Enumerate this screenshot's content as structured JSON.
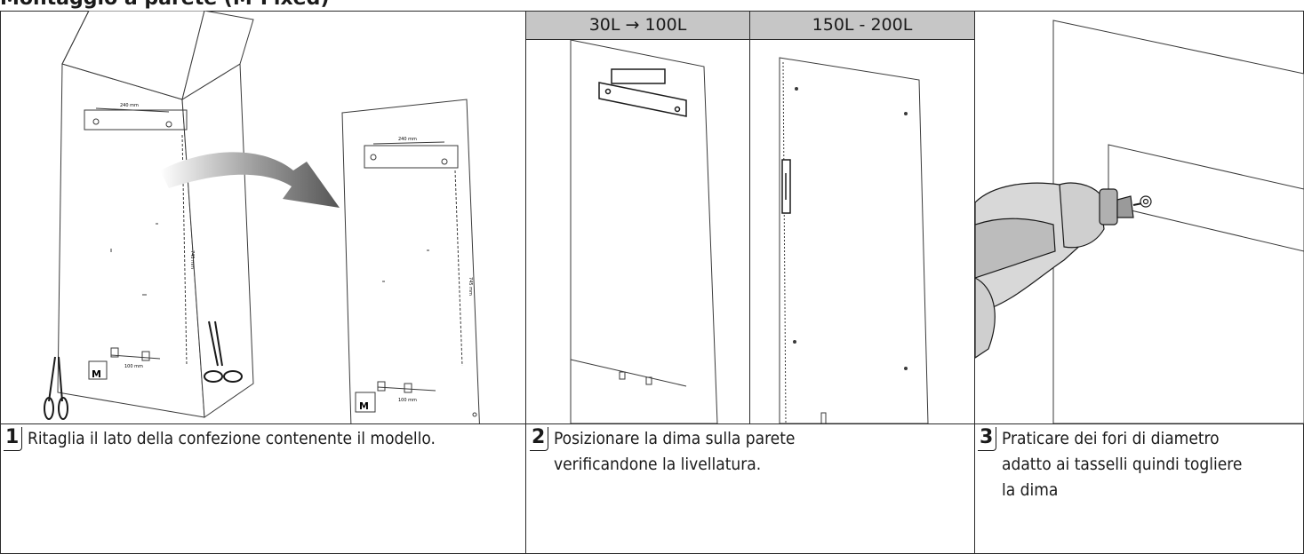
{
  "page": {
    "title": "Montaggio a parete (M-Fixed)"
  },
  "headers": {
    "col1": "30L → 100L",
    "col2": "150L - 200L"
  },
  "panels": {
    "box": {
      "width_label": "240 mm",
      "height_label": "745 mm",
      "bottom_label": "100 mm",
      "badge_letter": "M"
    },
    "template": {
      "width_label": "240 mm",
      "height_label": "745 mm",
      "bottom_label": "100 mm",
      "badge_letter": "M"
    }
  },
  "steps": [
    {
      "number": "1",
      "text": "Ritaglia il lato della confezione contenente il modello."
    },
    {
      "number": "2",
      "text_line1": "Posizionare la dima sulla parete",
      "text_line2": "verificandone la livellatura."
    },
    {
      "number": "3",
      "text_line1": "Praticare dei fori di diametro",
      "text_line2": "adatto ai tasselli quindi togliere",
      "text_line3": "la dima"
    }
  ]
}
